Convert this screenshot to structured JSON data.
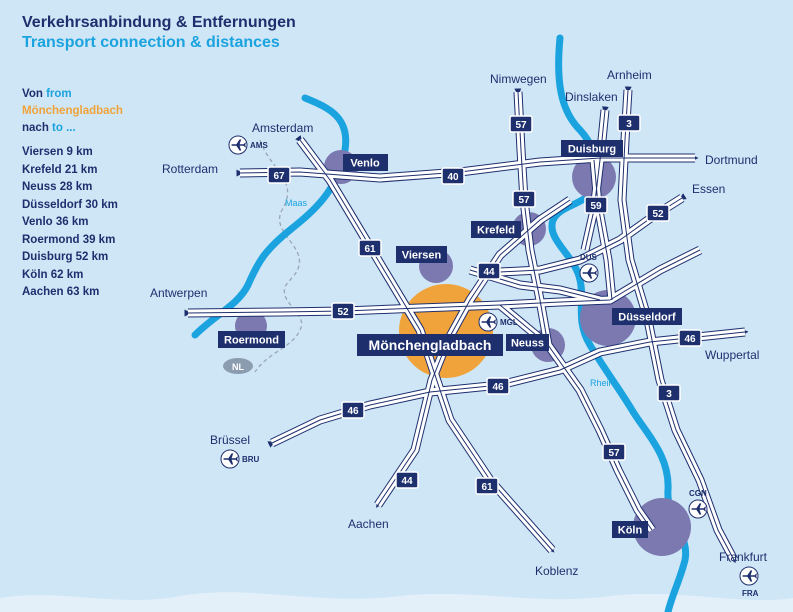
{
  "header": {
    "title_de": "Verkehrsanbindung & Entfernungen",
    "title_en": "Transport connection & distances"
  },
  "legend": {
    "von": "Von",
    "from": "from",
    "origin": "Mönchengladbach",
    "nach": "nach",
    "to": "to ...",
    "distances": [
      "Viersen 9 km",
      "Krefeld 21 km",
      "Neuss 28 km",
      "Düsseldorf 30 km",
      "Venlo 36 km",
      "Roermond 39 km",
      "Duisburg 52 km",
      "Köln 62 km",
      "Aachen 63 km"
    ]
  },
  "cities_boxed": {
    "venlo": "Venlo",
    "duisburg": "Duisburg",
    "krefeld": "Krefeld",
    "viersen": "Viersen",
    "duesseldorf": "Düsseldorf",
    "roermond": "Roermond",
    "moenchengladbach": "Mönchengladbach",
    "neuss": "Neuss",
    "koeln": "Köln"
  },
  "destinations": {
    "amsterdam": "Amsterdam",
    "rotterdam": "Rotterdam",
    "nimwegen": "Nimwegen",
    "arnheim": "Arnheim",
    "dinslaken": "Dinslaken",
    "dortmund": "Dortmund",
    "essen": "Essen",
    "antwerpen": "Antwerpen",
    "wuppertal": "Wuppertal",
    "bruessel": "Brüssel",
    "aachen": "Aachen",
    "koblenz": "Koblenz",
    "frankfurt": "Frankfurt"
  },
  "airports": {
    "ams": "AMS",
    "dus": "DUS",
    "mgl": "MGL",
    "bru": "BRU",
    "cgn": "CGN",
    "fra": "FRA"
  },
  "rivers": {
    "maas": "Maas",
    "rhein": "Rhein"
  },
  "country": {
    "nl": "NL"
  },
  "motorways": {
    "a67": "67",
    "a40": "40",
    "a57_north": "57",
    "a3_north": "3",
    "a57_mid": "57",
    "a59": "59",
    "a52_east": "52",
    "a61_north": "61",
    "a44_north": "44",
    "a52_west": "52",
    "a46_east": "46",
    "a46_mid": "46",
    "a46_west": "46",
    "a3_south": "3",
    "a57_south": "57",
    "a44_south": "44",
    "a61_south": "61"
  },
  "colors": {
    "background": "#cfe6f6",
    "river": "#1aa3df",
    "city_circle": "#7b79b0",
    "origin_circle": "#f0a33a",
    "label_navy": "#1e2f6e",
    "legend_accent": "#f0a33a"
  }
}
